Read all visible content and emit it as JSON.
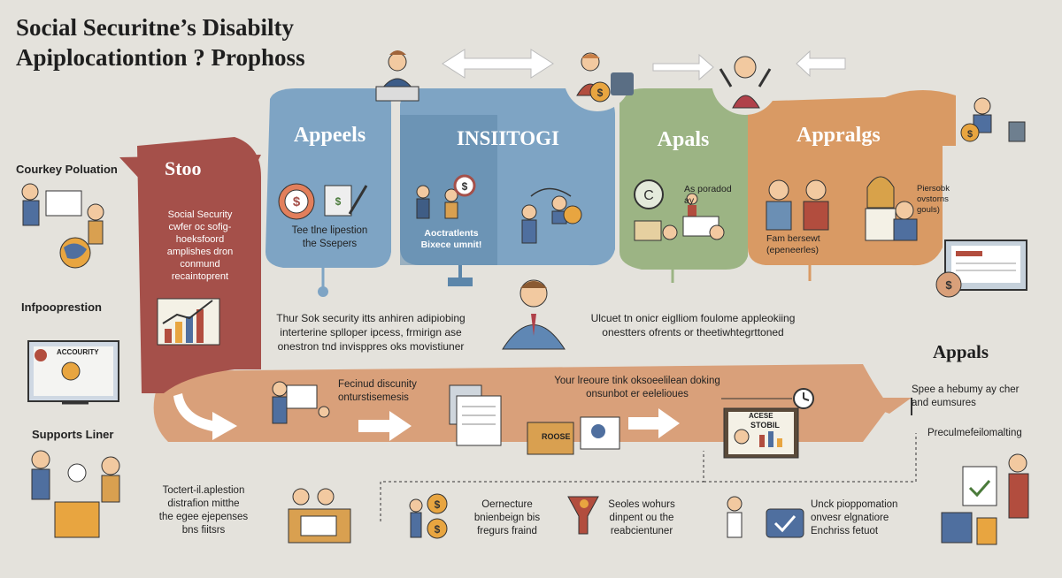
{
  "title": {
    "line1": "Social Securitne’s Disabilty",
    "line2": "Apiplocationtion ? Prophoss"
  },
  "left_column": {
    "label1": "Courkey Poluation",
    "label2": "Infpooprestion",
    "screen_text": "ACCOURITY",
    "label3": "Supports Liner"
  },
  "stages": {
    "stoo": {
      "heading": "Stoo",
      "text": [
        "Social Security",
        "cwfer oc sofig-",
        "hoeksfoord",
        "amplishes dron",
        "conmund",
        "recaintoprent"
      ]
    },
    "appeels": {
      "heading": "Appeels",
      "caption": [
        "Tee tlne lipestion",
        "the Ssepers"
      ]
    },
    "insiitogi": {
      "heading": "INSIITOGI",
      "caption": [
        "Aoctratlents",
        "Bixece umnit!"
      ]
    },
    "apals": {
      "heading": "Apals",
      "caption": [
        "As poradod",
        "ay"
      ]
    },
    "apprals": {
      "heading": "Appralgs",
      "left_caption": [
        "Fam bersewt",
        "(epeneerles)"
      ],
      "right_caption": [
        "Piersobk",
        "ovstorns",
        "gouls)"
      ]
    }
  },
  "middle": {
    "left_text": [
      "Thur Sok security itts anhiren adipiobing",
      "interterine splloper ipcess, frmirign ase",
      "onestron tnd invisppres oks movistiuner"
    ],
    "right_text": [
      "Ulcuet tn onicr eiglliom foulome appleokiing",
      "onestters ofrents or theetiwhtegrttoned"
    ],
    "appals_label": "Appals",
    "side_note": [
      "Spee a hebumy ay cher",
      "and eumsures"
    ]
  },
  "band": {
    "caption1": [
      "Fecinud discunity",
      "onturstisemesis"
    ],
    "caption2": [
      "Your lreoure tink oksoeelilean doking",
      "onsunbot er eelelioues"
    ],
    "doc_label": "ROOSE",
    "board_title1": "ACESE",
    "board_title2": "STOBIL"
  },
  "bottom": {
    "side_label": "Preculmefeilomalting",
    "left_text": [
      "Toctert-il.aplestion",
      "distrafion mitthe",
      "the egee ejepenses",
      "bns fiitsrs"
    ],
    "item1": [
      "Oernecture",
      "bnienbeign bis",
      "fregurs fraind"
    ],
    "item2": [
      "Seoles wohurs",
      "dinpent ou the",
      "reabcientuner"
    ],
    "item3": [
      "Unck pioppomation",
      "onvesr elgnatiore",
      "Enchriss fetuot"
    ]
  },
  "colors": {
    "background": "#e4e2dc",
    "red": "#a5504a",
    "blue": "#7ea4c4",
    "blue_dark": "#5c86aa",
    "green": "#9cb484",
    "orange": "#d99a64",
    "band": "#d9a07a"
  },
  "icons": [
    "person-icon",
    "dollar-coin-icon",
    "monitor-icon",
    "chart-icon",
    "clock-icon",
    "document-icon",
    "arrow-icon",
    "briefcase-icon",
    "globe-icon"
  ]
}
